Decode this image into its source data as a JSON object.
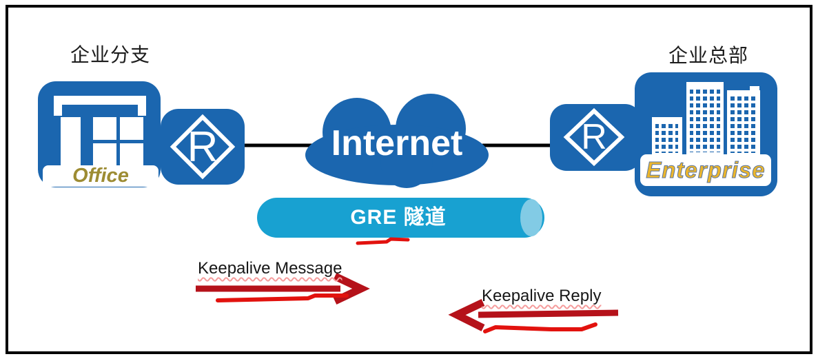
{
  "branch": {
    "label": "企业分支",
    "site_label": "Office"
  },
  "headquarters": {
    "label": "企业总部",
    "site_label": "Enterprise"
  },
  "routers": {
    "left": "R",
    "right": "R"
  },
  "internet": {
    "label": "Internet"
  },
  "tunnel": {
    "label": "GRE 隧道"
  },
  "annotations": {
    "keepalive_message": "Keepalive Message",
    "keepalive_reply": "Keepalive Reply"
  },
  "colors": {
    "icon_blue": "#1b66af",
    "tunnel_cyan": "#18a1d1",
    "tunnel_cap_blue": "#82cbe5",
    "arrow_dark_red": "#b5121a",
    "annotation_red": "#e2120e",
    "link_black": "#000000",
    "office_gold": "#9d8c33",
    "enterprise_gold": "#ecb62c"
  }
}
